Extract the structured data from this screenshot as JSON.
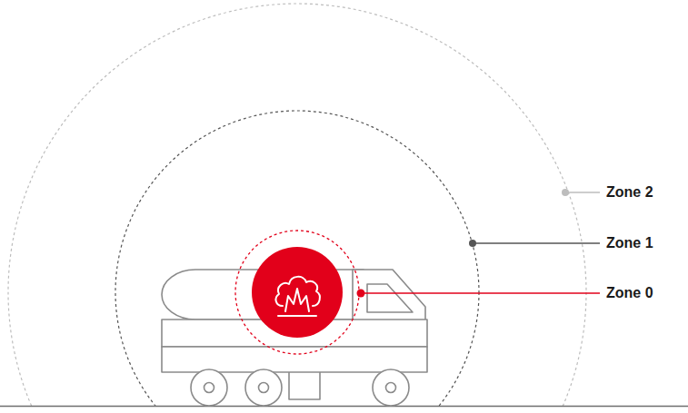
{
  "diagram": {
    "labels": [
      "Zone 2",
      "Zone 1",
      "Zone 0"
    ]
  }
}
